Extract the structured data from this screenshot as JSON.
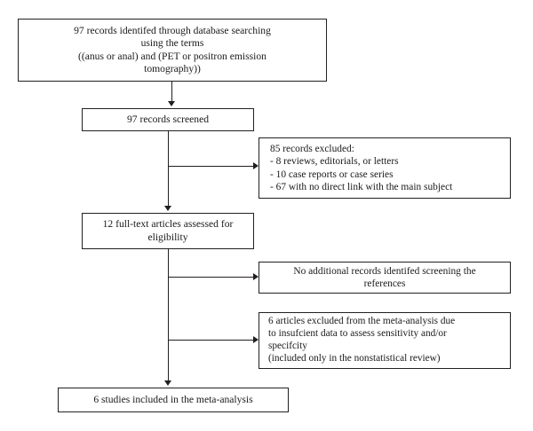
{
  "diagram": {
    "type": "prisma-flow-diagram",
    "title": "",
    "colors": {
      "stroke": "#231f20",
      "background": "#ffffff",
      "text": "#1a1a1a"
    },
    "nodes": {
      "identification": {
        "name": "records-identified",
        "align": "center",
        "lines": [
          "97 records identifed through database searching",
          "using the terms",
          "((anus or anal) and (PET or positron emission",
          "tomography))"
        ]
      },
      "screened": {
        "name": "records-screened",
        "align": "center",
        "lines": [
          "97 records screened"
        ]
      },
      "excluded_screening": {
        "name": "records-excluded",
        "align": "left",
        "lines": [
          "85 records excluded:",
          "- 8 reviews, editorials, or letters",
          "- 10 case reports or case series",
          "- 67 with no direct link with the main subject"
        ]
      },
      "fulltext": {
        "name": "fulltext-assessed",
        "align": "center",
        "lines": [
          "12 full-text articles assessed for",
          "eligibility"
        ]
      },
      "no_additional": {
        "name": "no-additional-records",
        "align": "center",
        "lines": [
          "No additional records identifed screening the",
          "references"
        ]
      },
      "excluded_meta": {
        "name": "articles-excluded-meta-analysis",
        "align": "left",
        "lines": [
          "6 articles excluded from the meta-analysis due",
          "to insufcient data to assess sensitivity and/or",
          "specifcity",
          "(included only in the nonstatistical review)"
        ]
      },
      "included": {
        "name": "studies-included",
        "align": "center",
        "lines": [
          "6 studies included in the meta-analysis"
        ]
      }
    },
    "connectors": [
      {
        "name": "identified-to-screened",
        "kind": "arrow-down"
      },
      {
        "name": "screened-to-excluded",
        "kind": "arrow-right"
      },
      {
        "name": "screened-to-fulltext",
        "kind": "arrow-down"
      },
      {
        "name": "fulltext-to-no-additional",
        "kind": "arrow-right"
      },
      {
        "name": "fulltext-to-excluded-meta",
        "kind": "arrow-right"
      },
      {
        "name": "fulltext-to-included",
        "kind": "arrow-down"
      }
    ]
  }
}
